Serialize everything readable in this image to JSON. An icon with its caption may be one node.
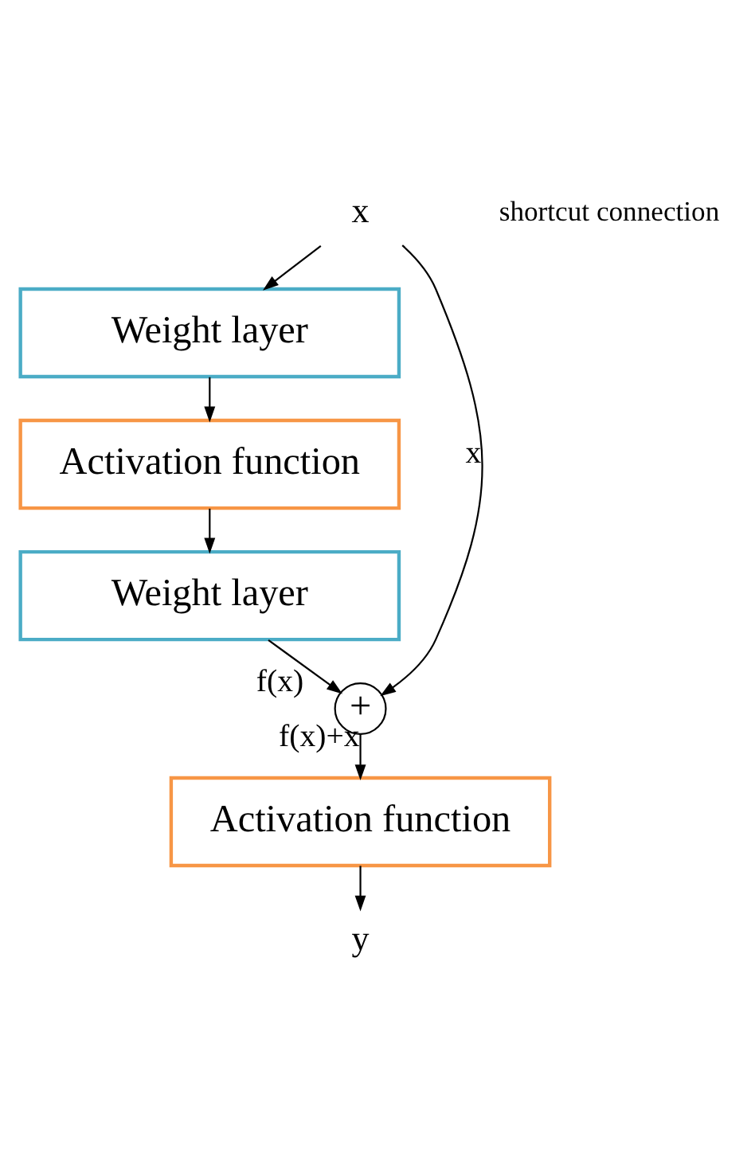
{
  "diagram": {
    "nodes": [
      {
        "text": [
          "x"
        ]
      },
      {
        "text": [
          "Weight layer"
        ]
      },
      {
        "text": [
          "Activation function"
        ]
      },
      {
        "text": [
          "Weight layer"
        ]
      },
      {
        "text": [
          "+"
        ]
      },
      {
        "text": [
          "Activation function"
        ]
      },
      {
        "text": [
          "y"
        ]
      }
    ],
    "edges": [
      {
        "from": 0,
        "to": 1,
        "arrow": "to"
      },
      {
        "from": 1,
        "to": 2,
        "arrow": "to"
      },
      {
        "from": 2,
        "to": 3,
        "arrow": "to"
      },
      {
        "from": 3,
        "to": 4,
        "arrow": "to",
        "label": "f(x)"
      },
      {
        "from": 0,
        "to": 4,
        "arrow": "to",
        "label": "x"
      },
      {
        "from": 4,
        "to": 5,
        "arrow": "to",
        "label": "f(x)+x"
      },
      {
        "from": 5,
        "to": 6,
        "arrow": "to"
      }
    ],
    "labels": [
      "shortcut connection"
    ]
  }
}
